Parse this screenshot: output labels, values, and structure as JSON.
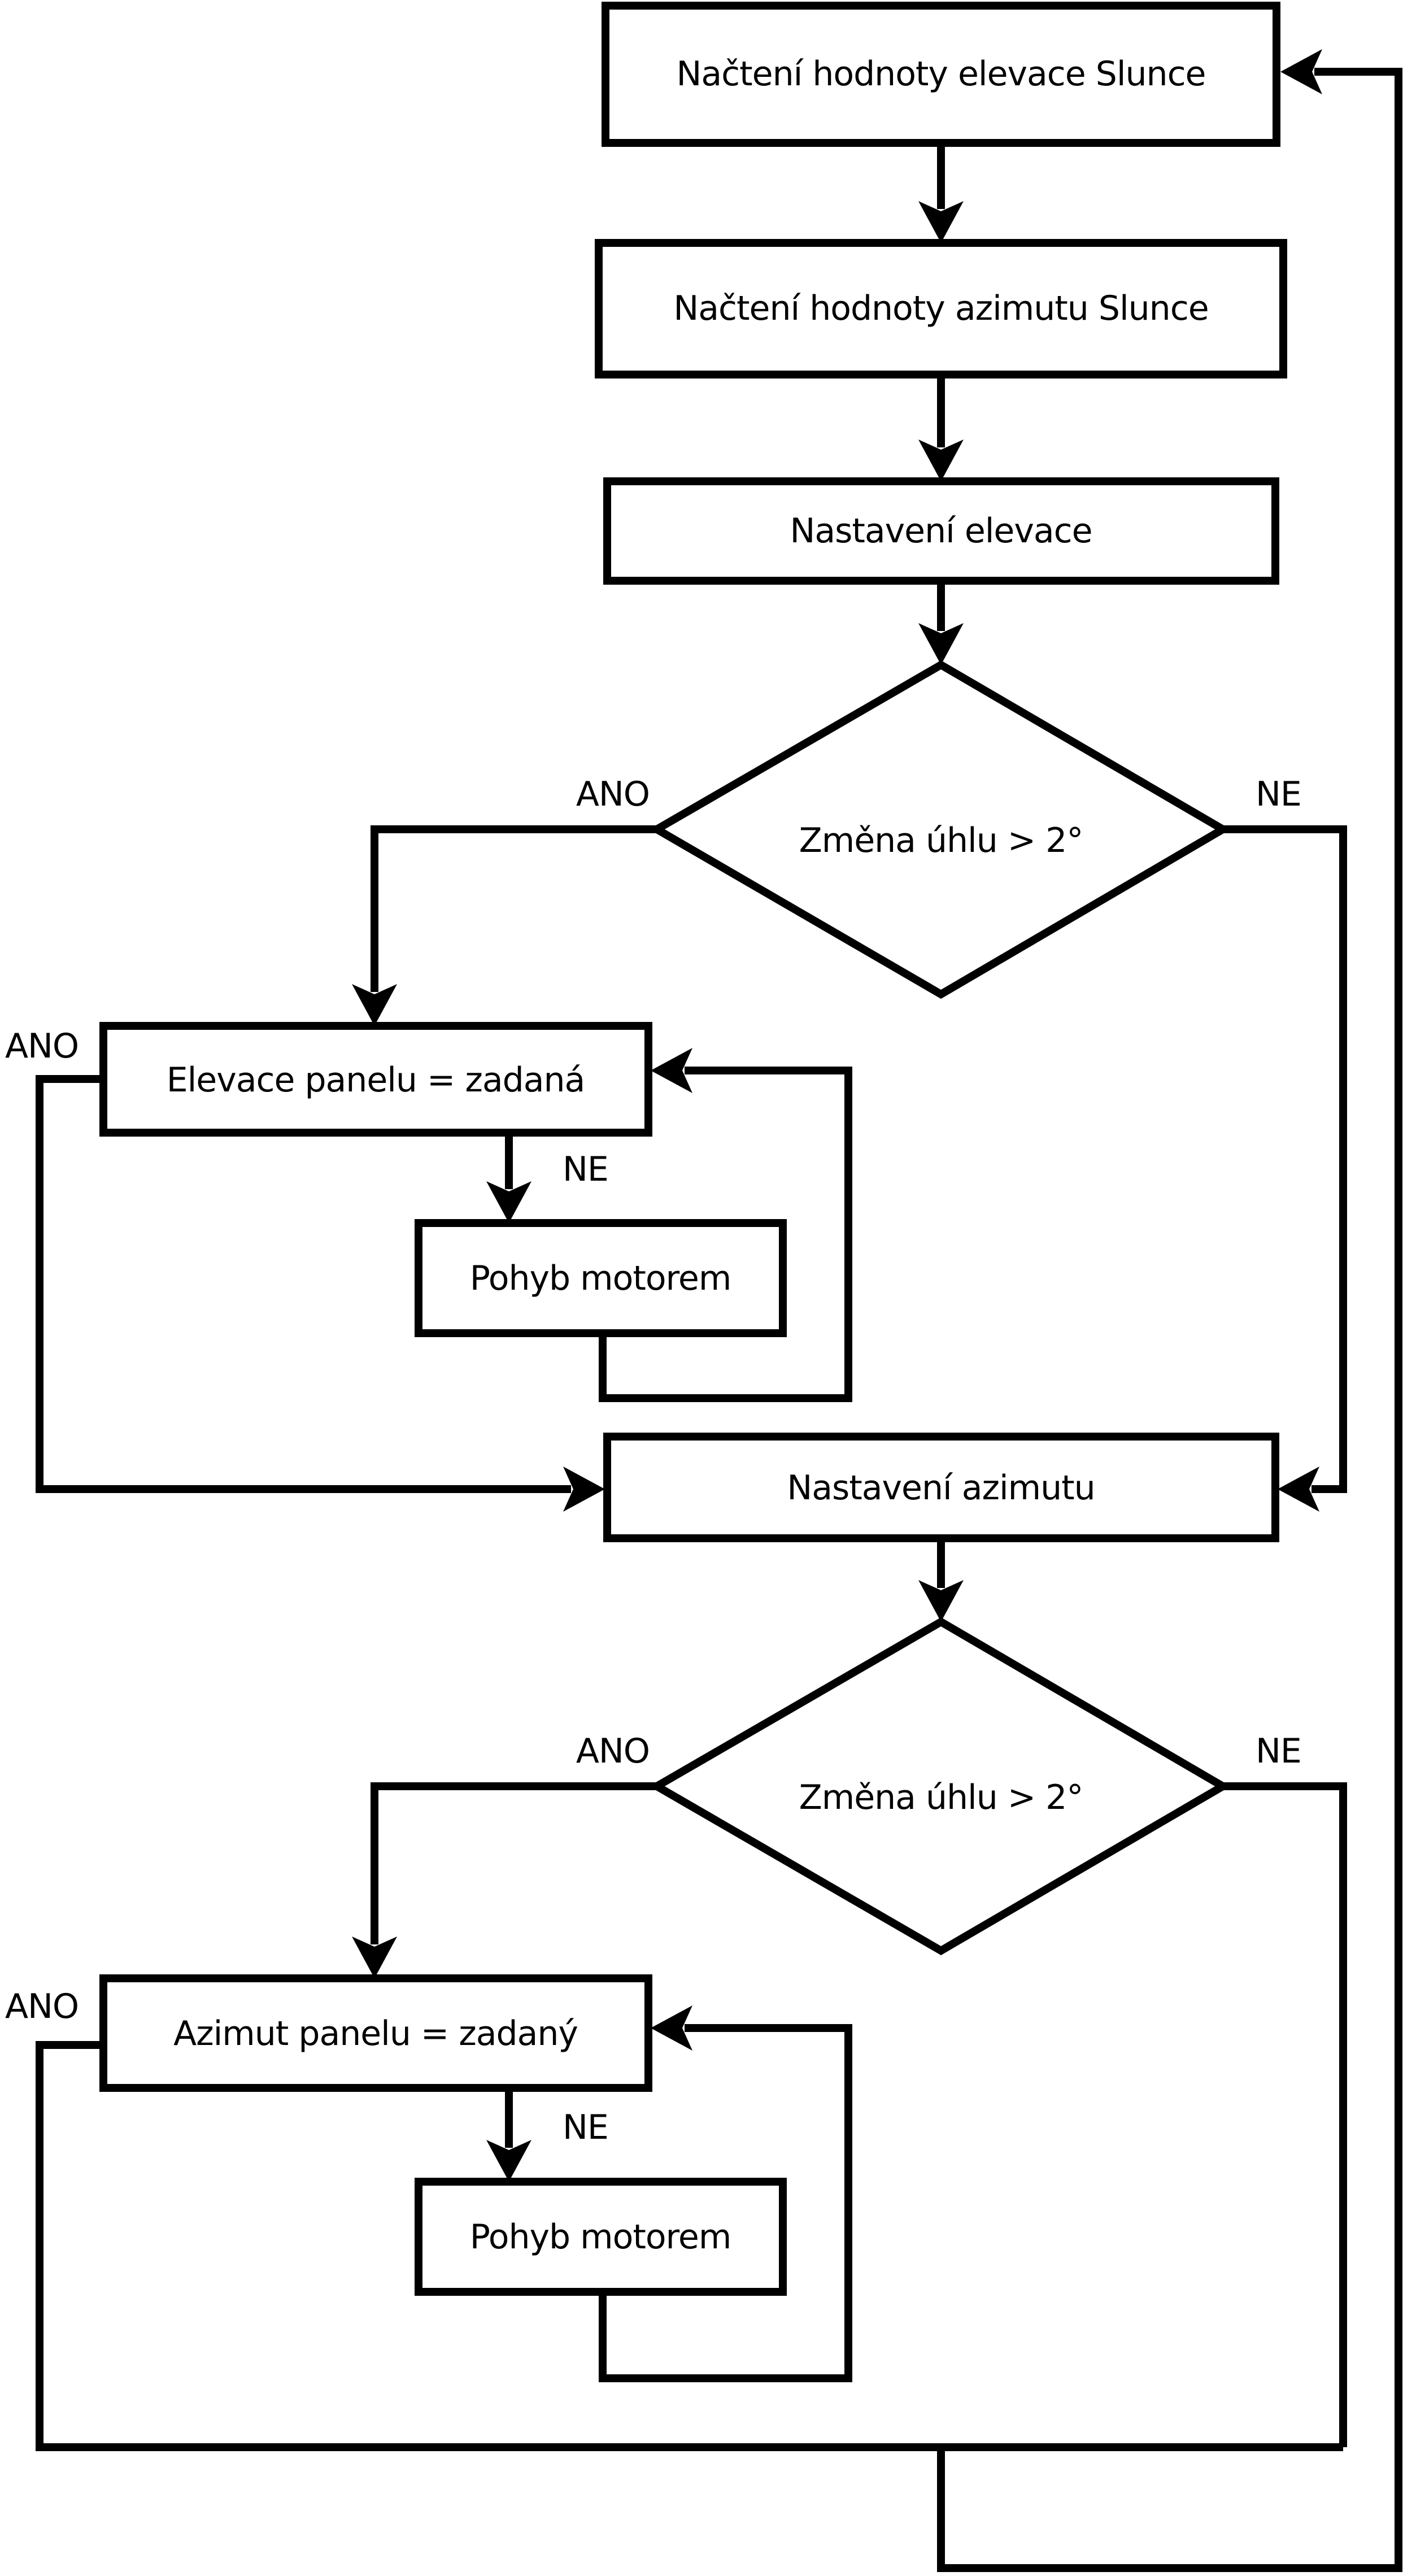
{
  "diagram": {
    "kind": "flowchart",
    "language": "cs",
    "background_color": "#ffffff",
    "line_color": "#000000",
    "nodes": {
      "load_elevation": {
        "label": "Načtení hodnoty elevace Slunce",
        "shape": "rectangle"
      },
      "load_azimuth": {
        "label": "Načtení hodnoty azimutu Slunce",
        "shape": "rectangle"
      },
      "set_elevation": {
        "label": "Nastavení elevace",
        "shape": "rectangle"
      },
      "elevation_check": {
        "label": "Změna úhlu > 2°",
        "shape": "diamond"
      },
      "elevation_done": {
        "label": "Elevace panelu = zadaná",
        "shape": "rectangle"
      },
      "elevation_motor": {
        "label": "Pohyb motorem",
        "shape": "rectangle"
      },
      "set_azimuth": {
        "label": "Nastavení azimutu",
        "shape": "rectangle"
      },
      "azimuth_check": {
        "label": "Změna úhlu > 2°",
        "shape": "diamond"
      },
      "azimuth_done": {
        "label": "Azimut panelu = zadaný",
        "shape": "rectangle"
      },
      "azimuth_motor": {
        "label": "Pohyb motorem",
        "shape": "rectangle"
      }
    },
    "edge_labels": {
      "elevation_check_yes": "ANO",
      "elevation_check_no": "NE",
      "elevation_done_yes": "ANO",
      "elevation_done_no": "NE",
      "azimuth_check_yes": "ANO",
      "azimuth_check_no": "NE",
      "azimuth_done_yes": "ANO",
      "azimuth_done_no": "NE"
    },
    "flow": [
      "load_elevation -> load_azimuth",
      "load_azimuth -> set_elevation",
      "set_elevation -> elevation_check",
      "elevation_check -ANO-> elevation_done",
      "elevation_check -NE-> set_azimuth",
      "elevation_done -NE-> elevation_motor",
      "elevation_motor -> elevation_done",
      "elevation_done -ANO-> set_azimuth",
      "set_azimuth -> azimuth_check",
      "azimuth_check -ANO-> azimuth_done",
      "azimuth_check -NE-> load_elevation",
      "azimuth_done -NE-> azimuth_motor",
      "azimuth_motor -> azimuth_done",
      "azimuth_done -ANO-> load_elevation"
    ]
  }
}
